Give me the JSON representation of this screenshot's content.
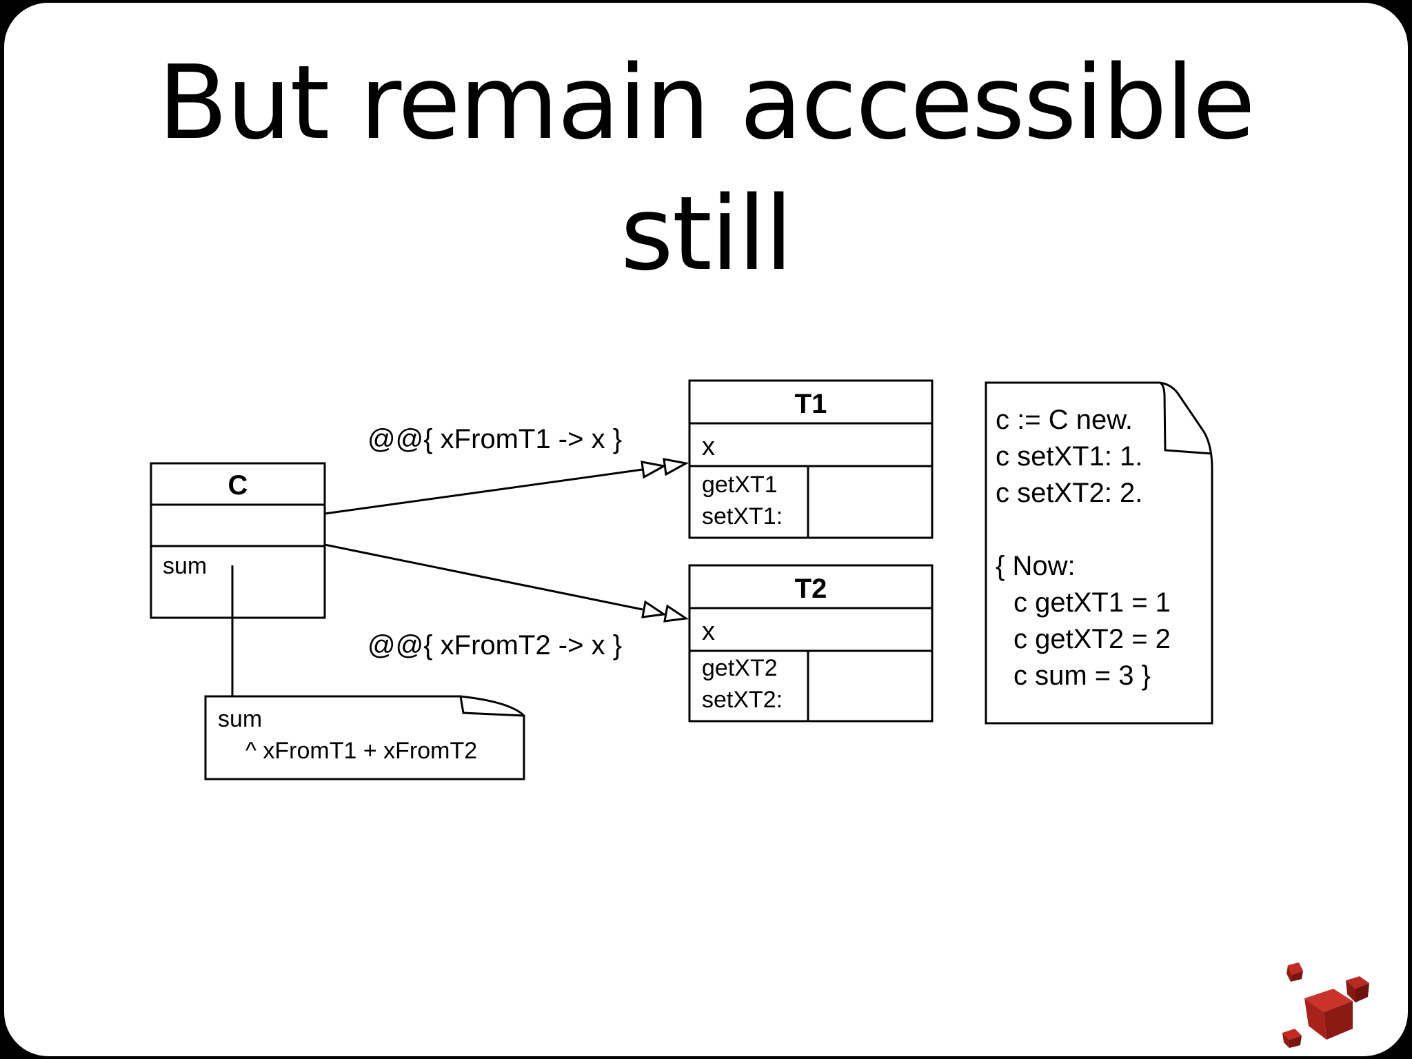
{
  "slide": {
    "title_line1": "But remain accessible",
    "title_line2": "still"
  },
  "class_c": {
    "name": "C",
    "method": "sum"
  },
  "class_t1": {
    "name": "T1",
    "attribute": "x",
    "methods": [
      "getXT1",
      "setXT1:"
    ]
  },
  "class_t2": {
    "name": "T2",
    "attribute": "x",
    "methods": [
      "getXT2",
      "setXT2:"
    ]
  },
  "association_labels": {
    "to_t1": "@@{ xFromT1 -> x }",
    "to_t2": "@@{ xFromT2 -> x }"
  },
  "sum_note": {
    "lines": [
      "sum",
      "^ xFromT1 + xFromT2"
    ]
  },
  "code_note": {
    "lines": [
      "c := C new.",
      "c setXT1: 1.",
      "c setXT2: 2.",
      "",
      "{ Now:",
      "c getXT1 = 1",
      "c getXT2 = 2",
      "c sum = 3 }"
    ]
  },
  "colors": {
    "background": "#000000",
    "slide": "#ffffff",
    "logo_red": "#b0201a"
  },
  "icons": {
    "logo": "red-cubes-logo"
  }
}
